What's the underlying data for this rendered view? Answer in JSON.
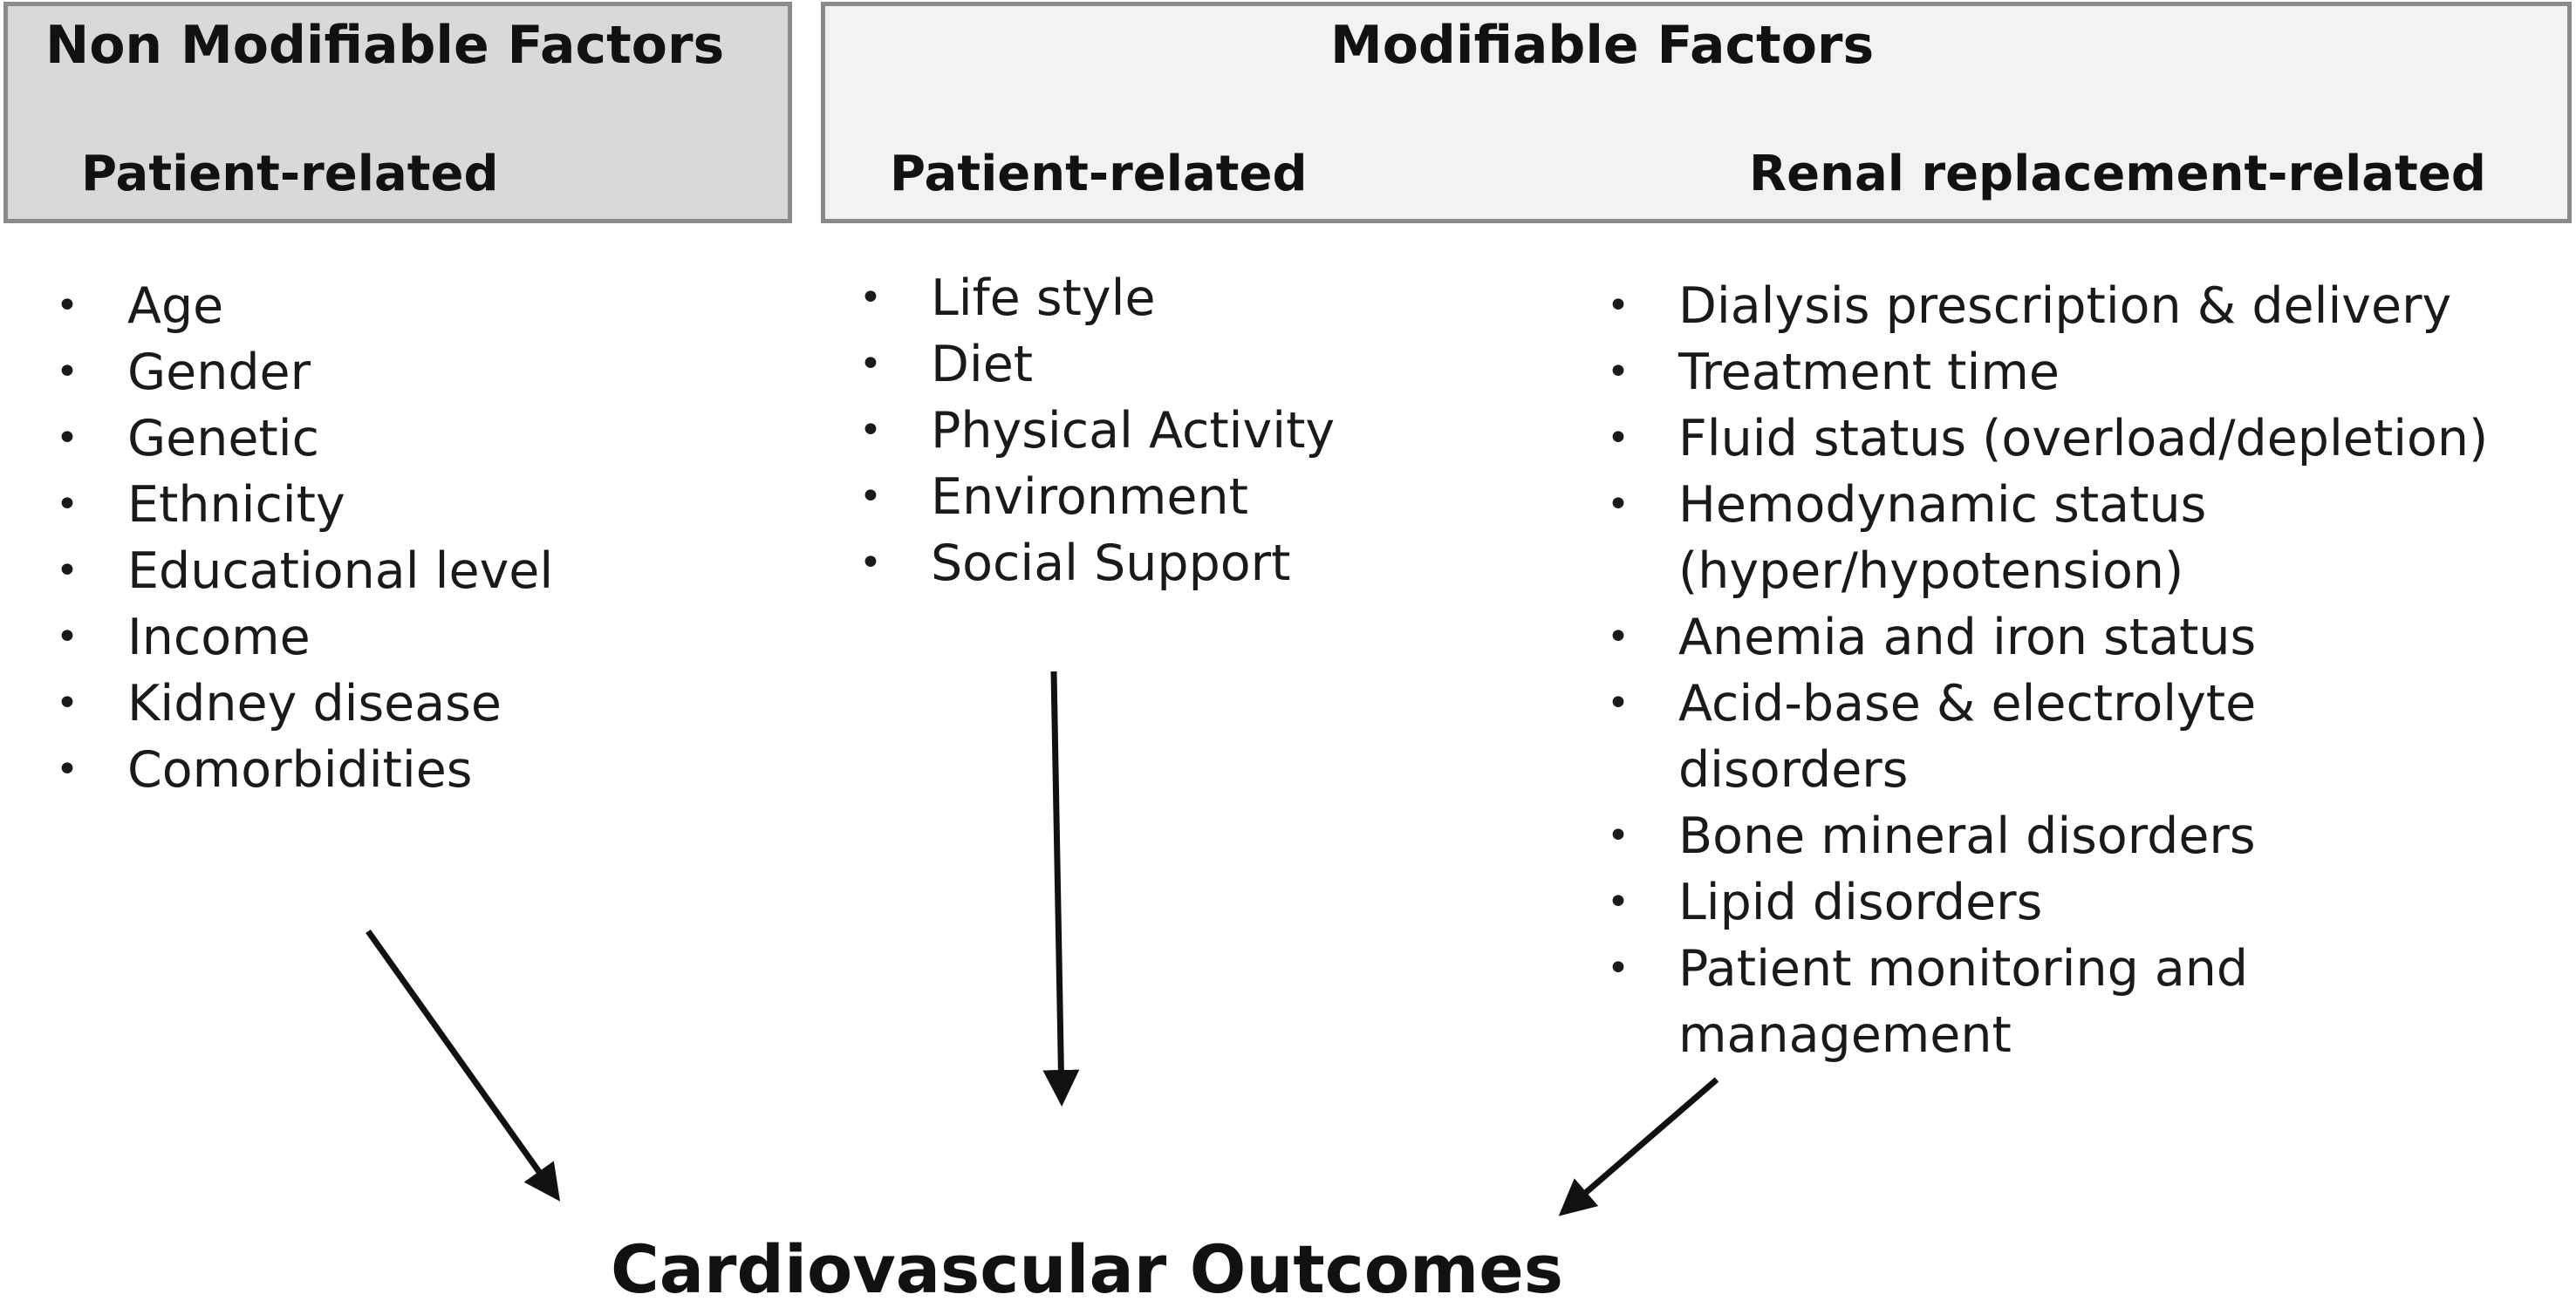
{
  "non_modifiable": {
    "title": "Non Modifiable Factors",
    "subtitle": "Patient-related",
    "items": [
      "Age",
      "Gender",
      "Genetic",
      "Ethnicity",
      "Educational level",
      "Income",
      "Kidney disease",
      "Comorbidities"
    ]
  },
  "modifiable": {
    "title": "Modifiable Factors",
    "patient": {
      "subtitle": "Patient-related",
      "items": [
        "Life style",
        "Diet",
        "Physical Activity",
        "Environment",
        "Social Support"
      ]
    },
    "renal": {
      "subtitle": "Renal replacement-related",
      "items": [
        "Dialysis prescription & delivery",
        "Treatment time",
        "Fluid status (overload/depletion)",
        "Hemodynamic status (hyper/hypotension)",
        "Anemia and iron status",
        "Acid-base & electrolyte disorders",
        "Bone mineral disorders",
        "Lipid disorders",
        "Patient monitoring and management"
      ]
    }
  },
  "outcome": {
    "title": "Cardiovascular Outcomes"
  },
  "colors": {
    "box_border": "#8a8a8a",
    "non_modifiable_fill": "#d9d9d9",
    "modifiable_fill": "#f2f2f2",
    "arrow": "#111111"
  }
}
